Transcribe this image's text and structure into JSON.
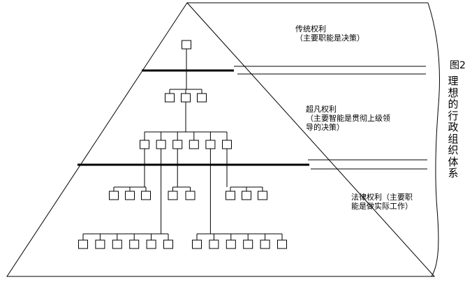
{
  "tiers": [
    {
      "name": "传统权利",
      "note": "（主要职能是决策）"
    },
    {
      "name": "超凡权利",
      "note": "（主要智能是贯彻上级领导的决策）"
    },
    {
      "name": "法律权利",
      "note": "（主要职能是做实际工作）"
    }
  ],
  "labels": {
    "tier1_line1": "传统权利",
    "tier1_line2": "（主要职能是决策）",
    "tier2_line1": "超凡权利",
    "tier2_line2": "（主要智能是贯彻上级领",
    "tier2_line3": "导的决策）",
    "tier3_line1": "法律权利（主要职",
    "tier3_line2": "能是做实际工作）"
  },
  "caption": {
    "figure_no": "图2",
    "title_chars": [
      "理",
      "想",
      "的",
      "行",
      "政",
      "组",
      "织",
      "体",
      "系"
    ]
  },
  "org_chart": {
    "level_1_count": 1,
    "level_2_count": 3,
    "level_3_count": 6,
    "level_4_groups": [
      3,
      2,
      3
    ],
    "level_5_groups": [
      6,
      6
    ]
  },
  "colors": {
    "line": "#000000",
    "background": "#ffffff"
  }
}
